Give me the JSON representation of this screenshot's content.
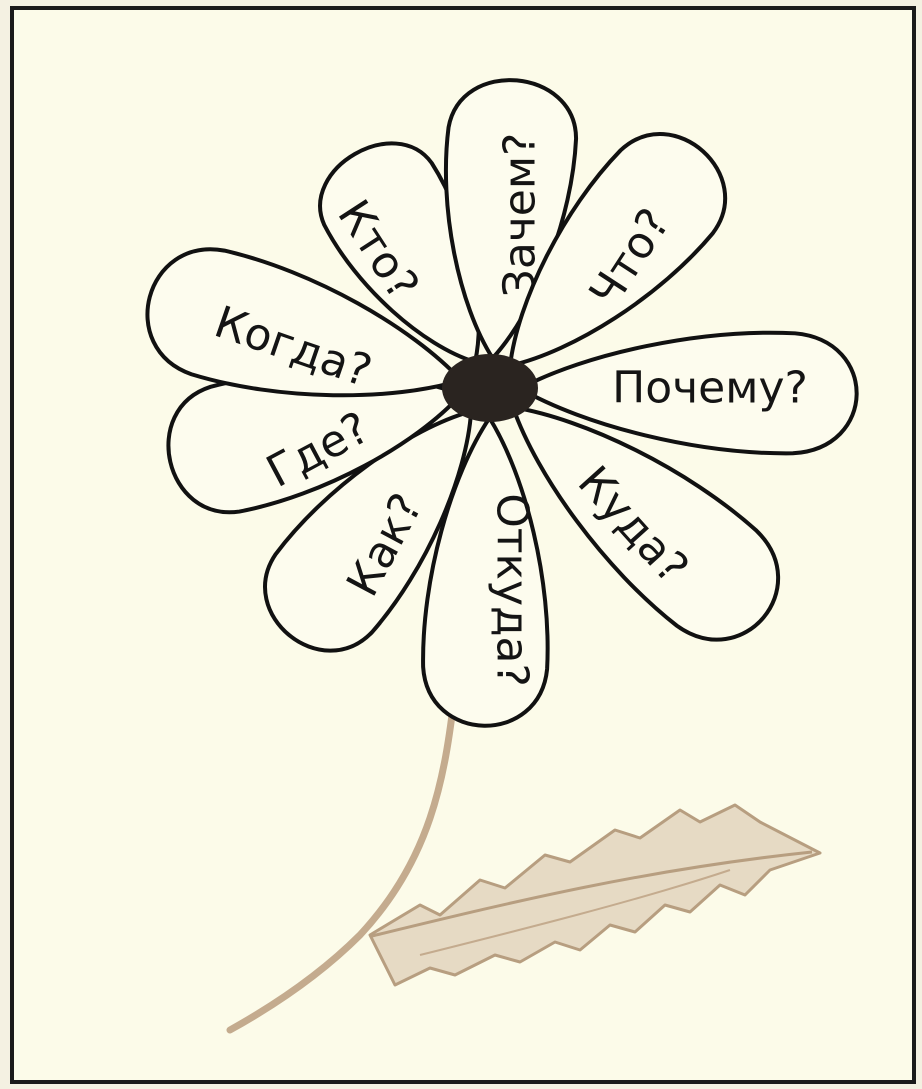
{
  "petals": [
    {
      "id": "kto",
      "label": "Кто?"
    },
    {
      "id": "zachem",
      "label": "Зачем?"
    },
    {
      "id": "chto",
      "label": "Что?"
    },
    {
      "id": "pochemu",
      "label": "Почему?"
    },
    {
      "id": "kuda",
      "label": "Куда?"
    },
    {
      "id": "otkuda",
      "label": "Откуда?"
    },
    {
      "id": "kak",
      "label": "Как?"
    },
    {
      "id": "gde",
      "label": "Где?"
    },
    {
      "id": "kogda",
      "label": "Когда?"
    }
  ],
  "colors": {
    "background": "#fcfbe9",
    "outer": "#f4f1e2",
    "frame": "#1a1a1a",
    "petal_fill": "#fdfcee",
    "petal_stroke": "#111111",
    "center": "#2a2420",
    "stem": "#c4ab8e",
    "leaf_fill": "#e6dac4",
    "leaf_stroke": "#b79e80"
  }
}
